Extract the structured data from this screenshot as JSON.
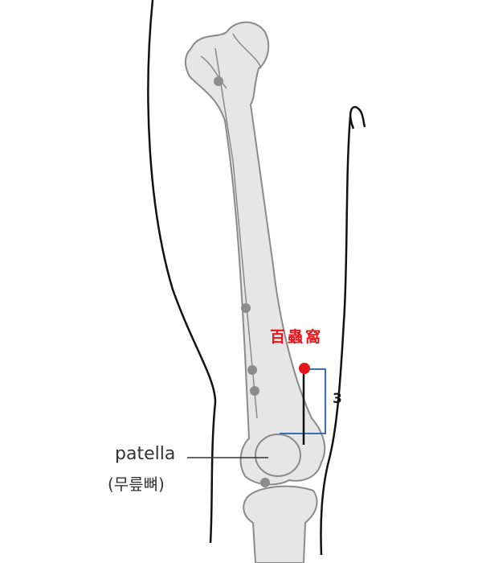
{
  "point": {
    "name": "百蟲窩",
    "color": "#e8141a"
  },
  "measure": {
    "value": "3",
    "line_color": "#3a6fb5"
  },
  "patella": {
    "label": "patella",
    "korean": "(무릎뼈)"
  },
  "colors": {
    "bone_fill": "#e6e6e6",
    "bone_stroke": "#8a8a8a",
    "landmark_dot": "#8c8c8c",
    "outline": "#111111"
  }
}
